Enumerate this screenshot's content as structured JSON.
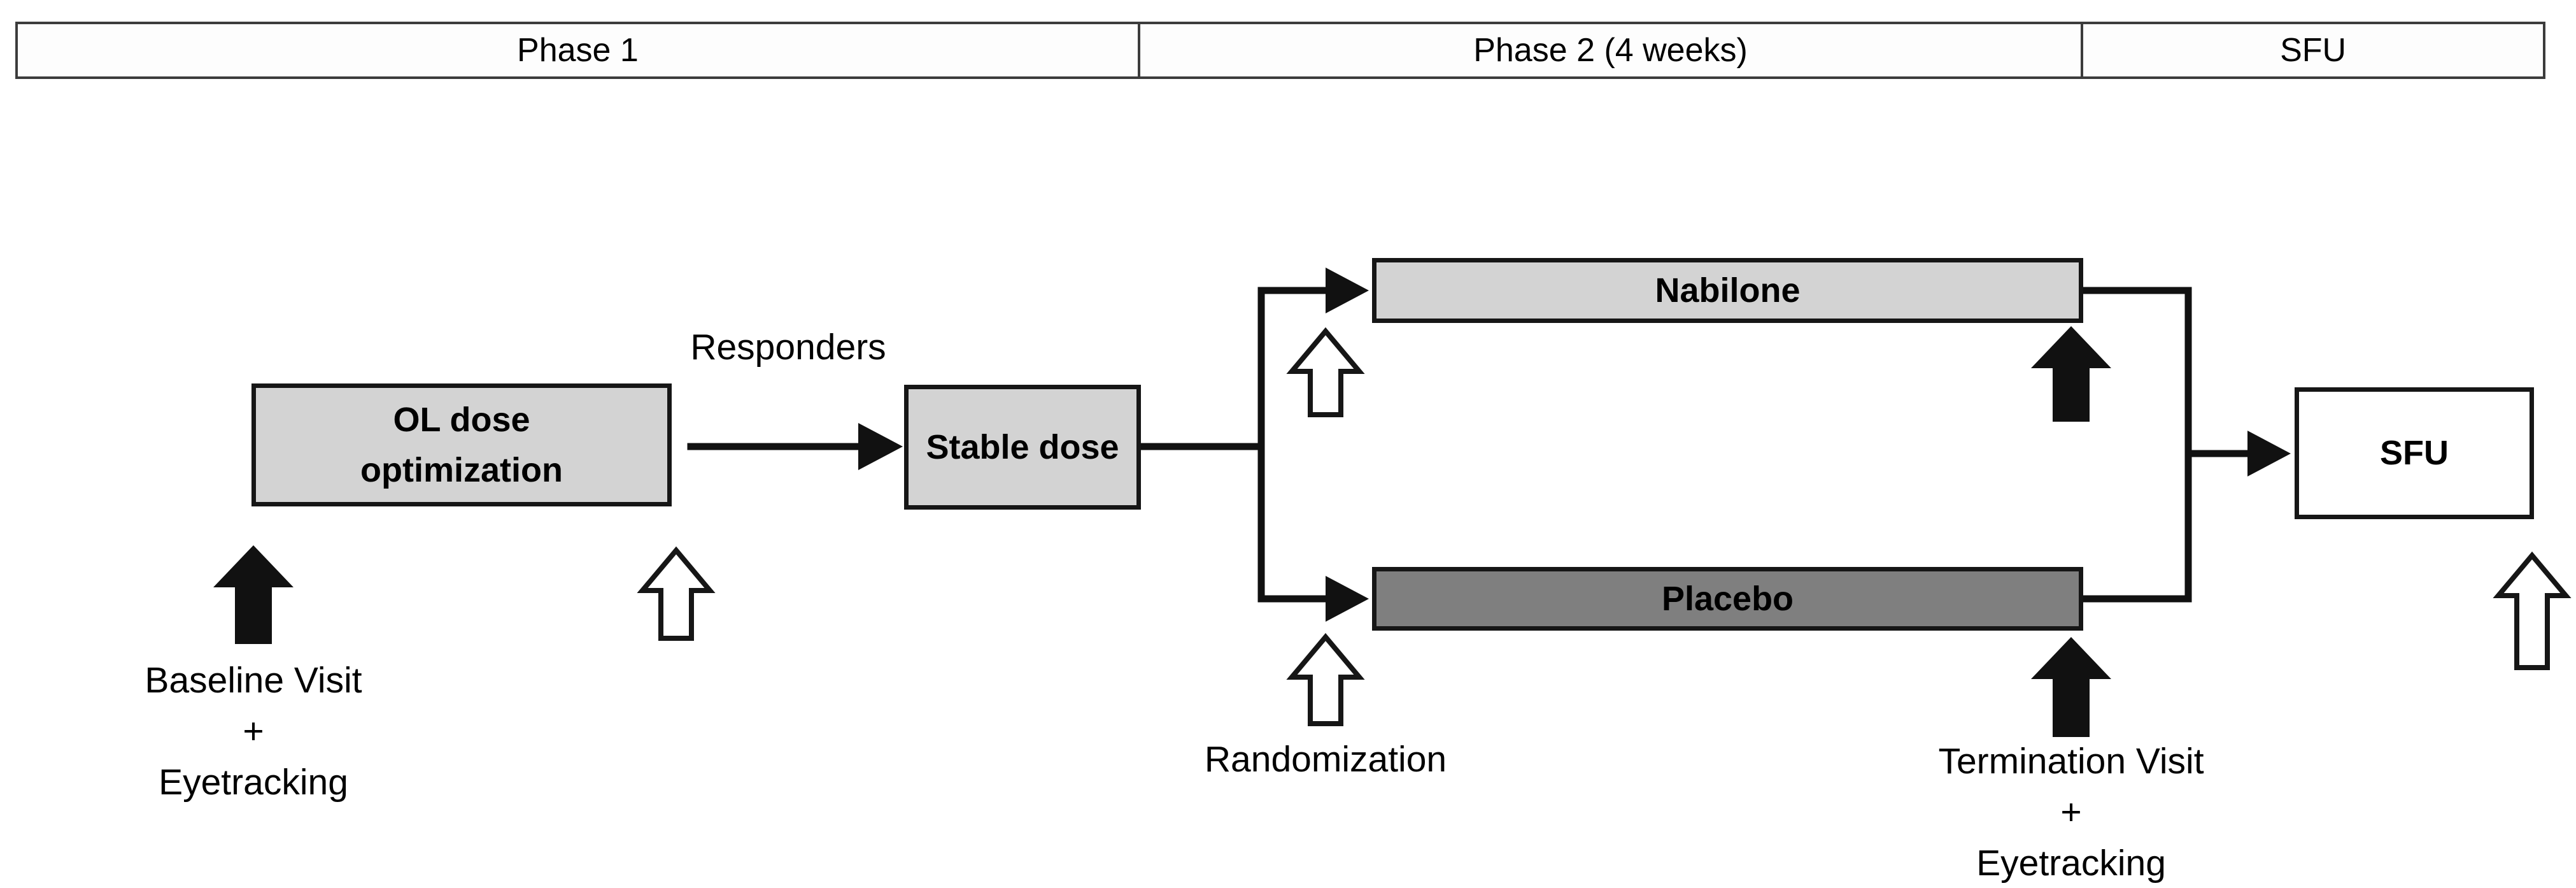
{
  "header": {
    "cells": [
      {
        "label": "Phase 1"
      },
      {
        "label": "Phase 2 (4 weeks)"
      },
      {
        "label": "SFU"
      }
    ]
  },
  "boxes": {
    "ol_dose_optimization": {
      "lines": [
        "OL dose",
        "optimization"
      ],
      "fill": "#d3d3d3"
    },
    "stable_dose": {
      "label": "Stable dose",
      "fill": "#d3d3d3"
    },
    "nabilone": {
      "label": "Nabilone",
      "fill": "#d3d3d3"
    },
    "placebo": {
      "label": "Placebo",
      "fill": "#7f7f7f"
    },
    "sfu": {
      "label": "SFU",
      "fill": "#ffffff"
    }
  },
  "annotations": {
    "responders": {
      "label": "Responders"
    },
    "randomization": {
      "label": "Randomization"
    },
    "baseline_visit": {
      "lines": [
        "Baseline Visit",
        "+",
        "Eyetracking"
      ]
    },
    "termination_visit": {
      "lines": [
        "Termination Visit",
        "+",
        "Eyetracking"
      ]
    }
  },
  "colors": {
    "light_box_fill": "#d3d3d3",
    "dark_box_fill": "#7f7f7f",
    "box_border": "#161616",
    "connector": "#111111",
    "solid_arrow": "#111111",
    "outline_arrow_fill": "#ffffff",
    "header_border": "#3c3c3c"
  }
}
